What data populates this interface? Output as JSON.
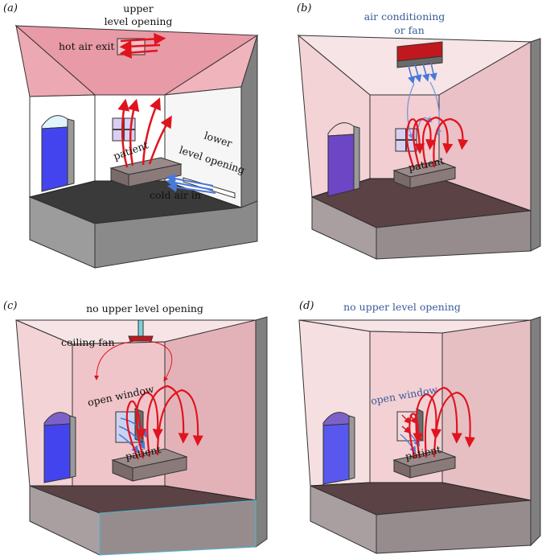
{
  "panels": {
    "a": {
      "tag": "(a)",
      "upper_label_1": "upper",
      "upper_label_2": "level opening",
      "hot_air": "hot air exit",
      "patient": "patient",
      "lower_label_1": "lower",
      "lower_label_2": "level opening",
      "cold_air": "cold air in"
    },
    "b": {
      "tag": "(b)",
      "ac_label_1": "air conditioning",
      "ac_label_2": "or fan",
      "patient": "patient"
    },
    "c": {
      "tag": "(c)",
      "top_label": "no upper level opening",
      "ceiling_fan": "ceiling fan",
      "open_window": "open window",
      "patient": "patient"
    },
    "d": {
      "tag": "(d)",
      "top_label": "no upper level opening",
      "open_window": "open window",
      "patient": "patient"
    }
  },
  "colors": {
    "hot_air": "#e0141e",
    "cold_air": "#4a78d8",
    "floor": "#3a3a3a",
    "door": "#4444ee",
    "wall_pink": "#f3d3d6",
    "ceiling_red": "#e8a0aa"
  }
}
